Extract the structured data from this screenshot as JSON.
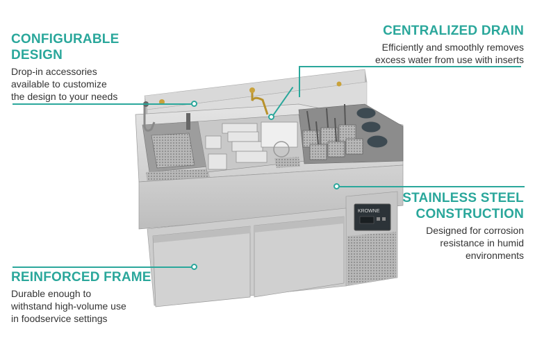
{
  "features": {
    "configurable": {
      "title_line1": "CONFIGURABLE",
      "title_line2": "DESIGN",
      "desc": [
        "Drop-in accessories",
        "available to customize",
        "the design to your needs"
      ]
    },
    "drain": {
      "title": "CENTRALIZED DRAIN",
      "desc": [
        "Efficiently and smoothly removes",
        "excess water from use with inserts"
      ]
    },
    "steel": {
      "title_line1": "STAINLESS STEEL",
      "title_line2": "CONSTRUCTION",
      "desc": [
        "Designed for corrosion",
        "resistance in humid",
        "environments"
      ]
    },
    "frame": {
      "title": "REINFORCED FRAME",
      "desc": [
        "Durable enough to",
        "withstand high-volume use",
        "in foodservice settings"
      ]
    }
  },
  "product": {
    "brand": "KROWNE"
  },
  "colors": {
    "accent": "#2aa79b",
    "text": "#333333",
    "steel": "#c9c9c9"
  }
}
